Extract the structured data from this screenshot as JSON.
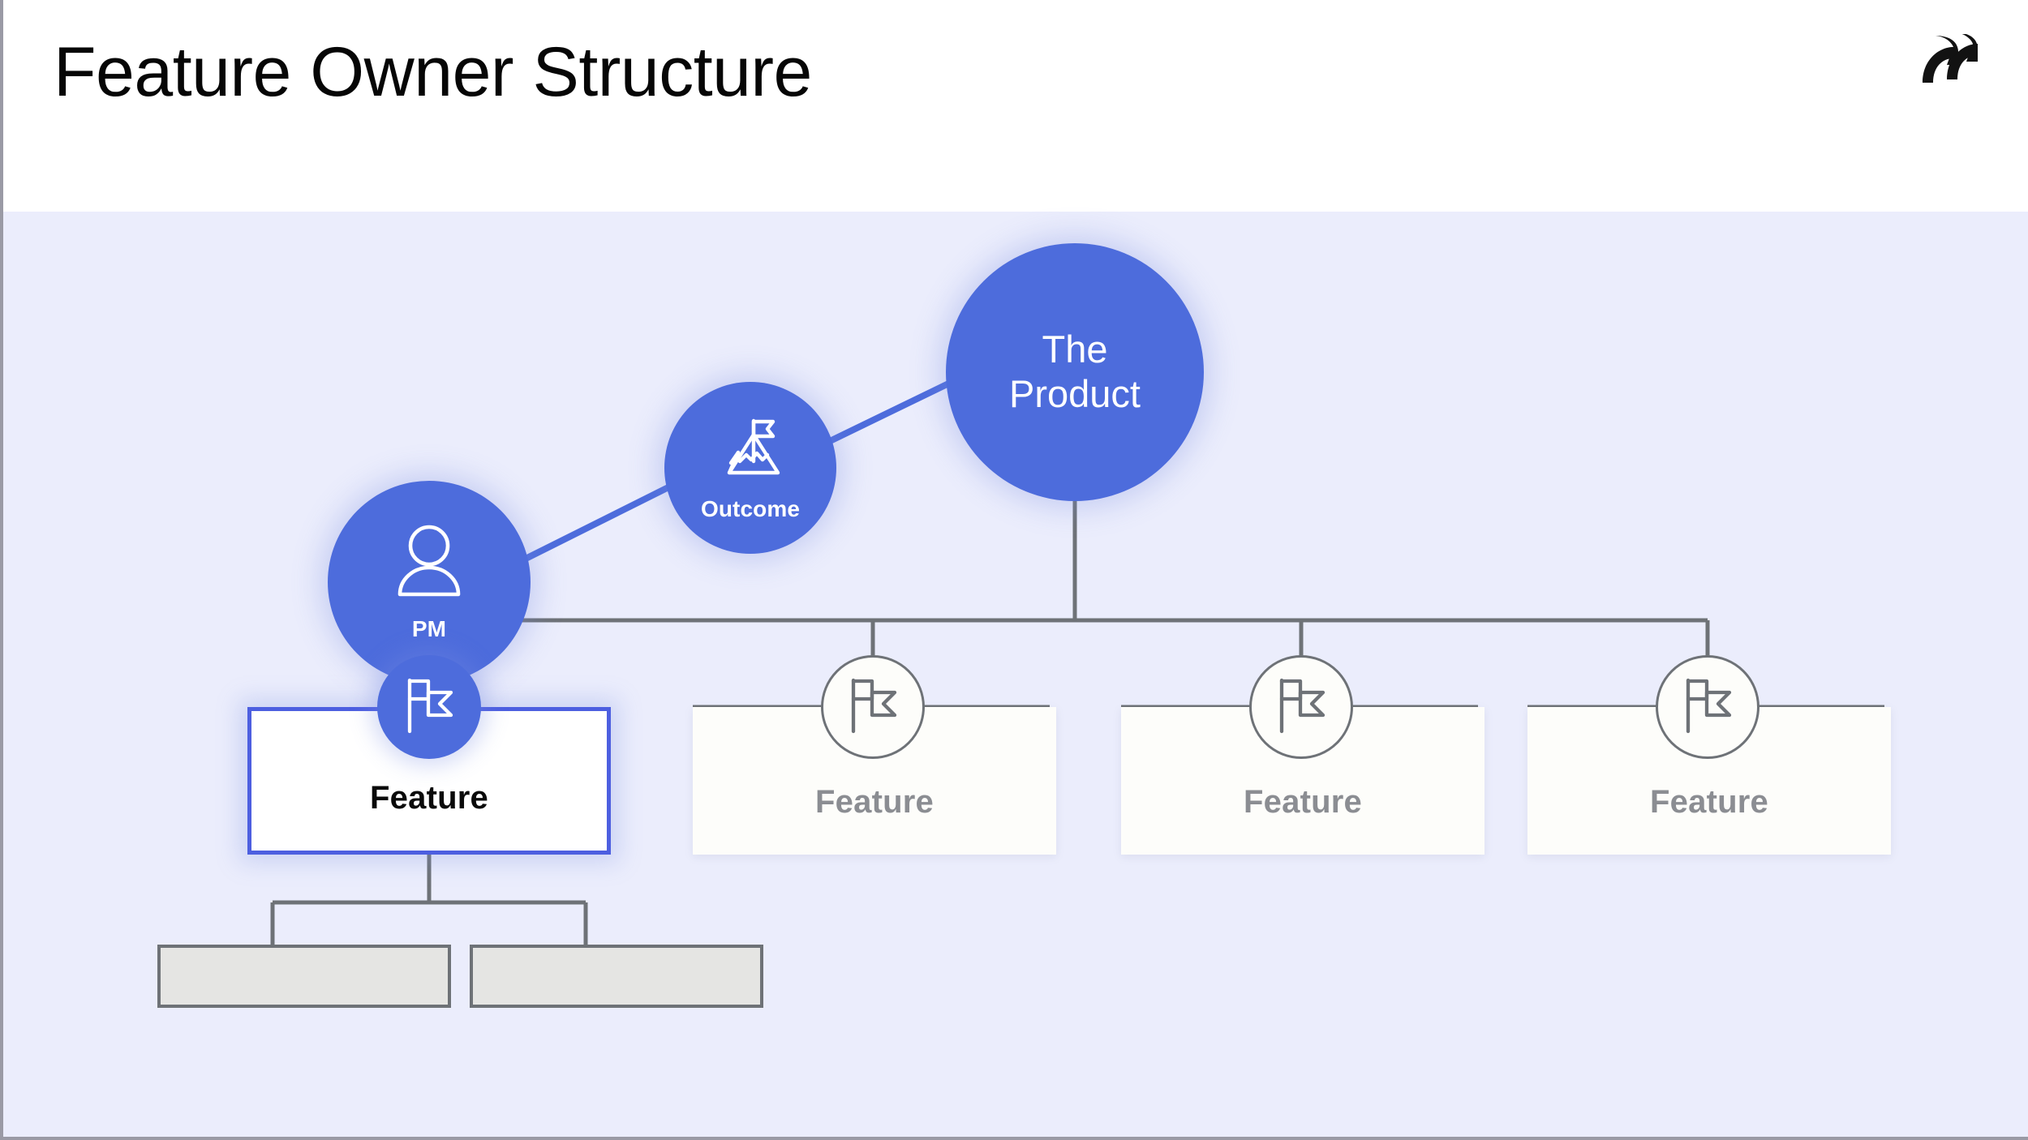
{
  "header": {
    "title": "Feature Owner Structure",
    "logo_icon": "double-crescent-logo-icon"
  },
  "theme": {
    "accent_blue": "#4D6CDC",
    "active_border_blue": "#4D5FE0",
    "canvas_background": "#EBEDFC",
    "header_background": "#FFFFFF",
    "line_grey": "#6E7277",
    "idle_text_grey": "#8B8D92",
    "leaf_fill_grey": "#E5E5E3",
    "card_idle_fill": "#FDFDFA",
    "title_black": "#060606"
  },
  "diagram": {
    "type": "org-hierarchy",
    "nodes": {
      "product": {
        "label_line1": "The",
        "label_line2": "Product",
        "shape": "circle",
        "state": "accent"
      },
      "outcome": {
        "label": "Outcome",
        "icon": "mountain-flag-icon",
        "shape": "circle",
        "state": "accent"
      },
      "pm": {
        "label": "PM",
        "icon": "person-icon",
        "shape": "circle",
        "state": "accent"
      }
    },
    "features": [
      {
        "label": "Feature",
        "icon": "flag-icon",
        "state": "active"
      },
      {
        "label": "Feature",
        "icon": "flag-icon",
        "state": "idle"
      },
      {
        "label": "Feature",
        "icon": "flag-icon",
        "state": "idle"
      },
      {
        "label": "Feature",
        "icon": "flag-icon",
        "state": "idle"
      }
    ],
    "subtasks": [
      {
        "label": ""
      },
      {
        "label": ""
      }
    ]
  }
}
